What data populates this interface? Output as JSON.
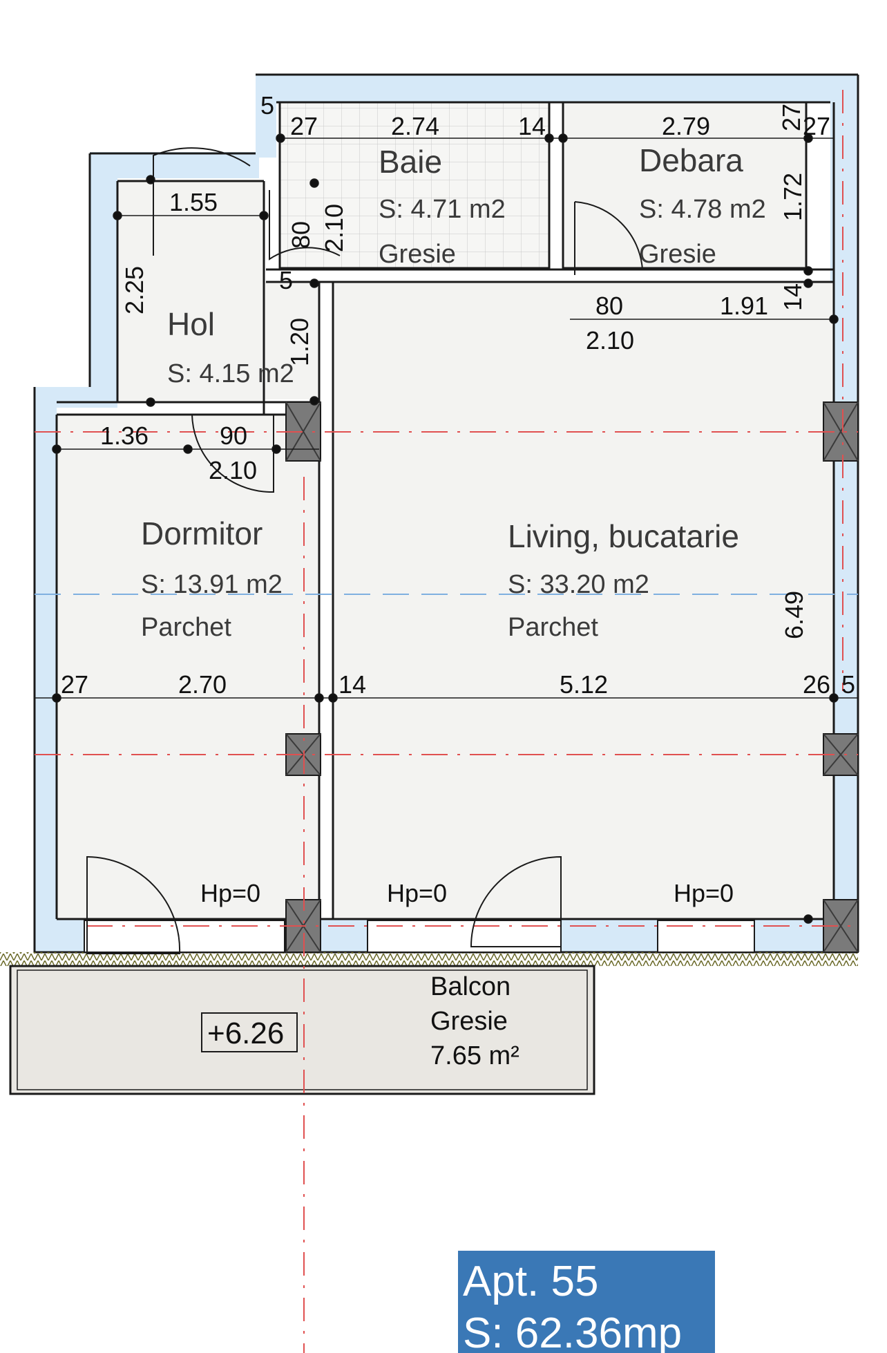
{
  "colors": {
    "wall_insulation": "#d6e9f8",
    "wall_line": "#1a1a1a",
    "floor": "#f3f3f1",
    "balcony_floor": "#e9e7e2",
    "axis_red": "#e05050",
    "axis_blue": "#7fb0e0",
    "column": "#7a7a7a",
    "parapet": "#c9c46a",
    "apt_badge": "#3a78b6"
  },
  "rooms": {
    "baie": {
      "name": "Baie",
      "area": "S: 4.71  m2",
      "finish": "Gresie"
    },
    "debara": {
      "name": "Debara",
      "area": "S: 4.78  m2",
      "finish": "Gresie"
    },
    "hol": {
      "name": "Hol",
      "area": "S: 4.15  m2"
    },
    "dormitor": {
      "name": "Dormitor",
      "area": "S: 13.91  m2",
      "finish": "Parchet"
    },
    "living": {
      "name": "Living,  bucatarie",
      "area": "S: 33.20  m2",
      "finish": "Parchet"
    },
    "balcon": {
      "name": "Balcon",
      "finish": "Gresie",
      "area": "7.65  m²"
    }
  },
  "dimensions": {
    "d_5a": "5",
    "d_27a": "27",
    "d_274": "2.74",
    "d_14a": "14",
    "d_279": "2.79",
    "d_27b": "27",
    "d_27c": "27",
    "d_155": "1.55",
    "d_80a": "80",
    "d_210a": "2.10",
    "d_172": "1.72",
    "d_225": "2.25",
    "d_5b": "5",
    "d_80b": "80",
    "d_210b": "2.10",
    "d_191": "1.91",
    "d_14b": "14",
    "d_120": "1.20",
    "d_136": "1.36",
    "d_90": "90",
    "d_210c": "2.10",
    "d_27d": "27",
    "d_270": "2.70",
    "d_14c": "14",
    "d_512": "5.12",
    "d_649": "6.49",
    "d_26": "26",
    "d_5c": "5"
  },
  "levels": {
    "hp1": "Hp=0",
    "hp2": "Hp=0",
    "hp3": "Hp=0",
    "elevation": "+6.26"
  },
  "apartment": {
    "number": "Apt.  55",
    "area": "S:  62.36mp"
  }
}
